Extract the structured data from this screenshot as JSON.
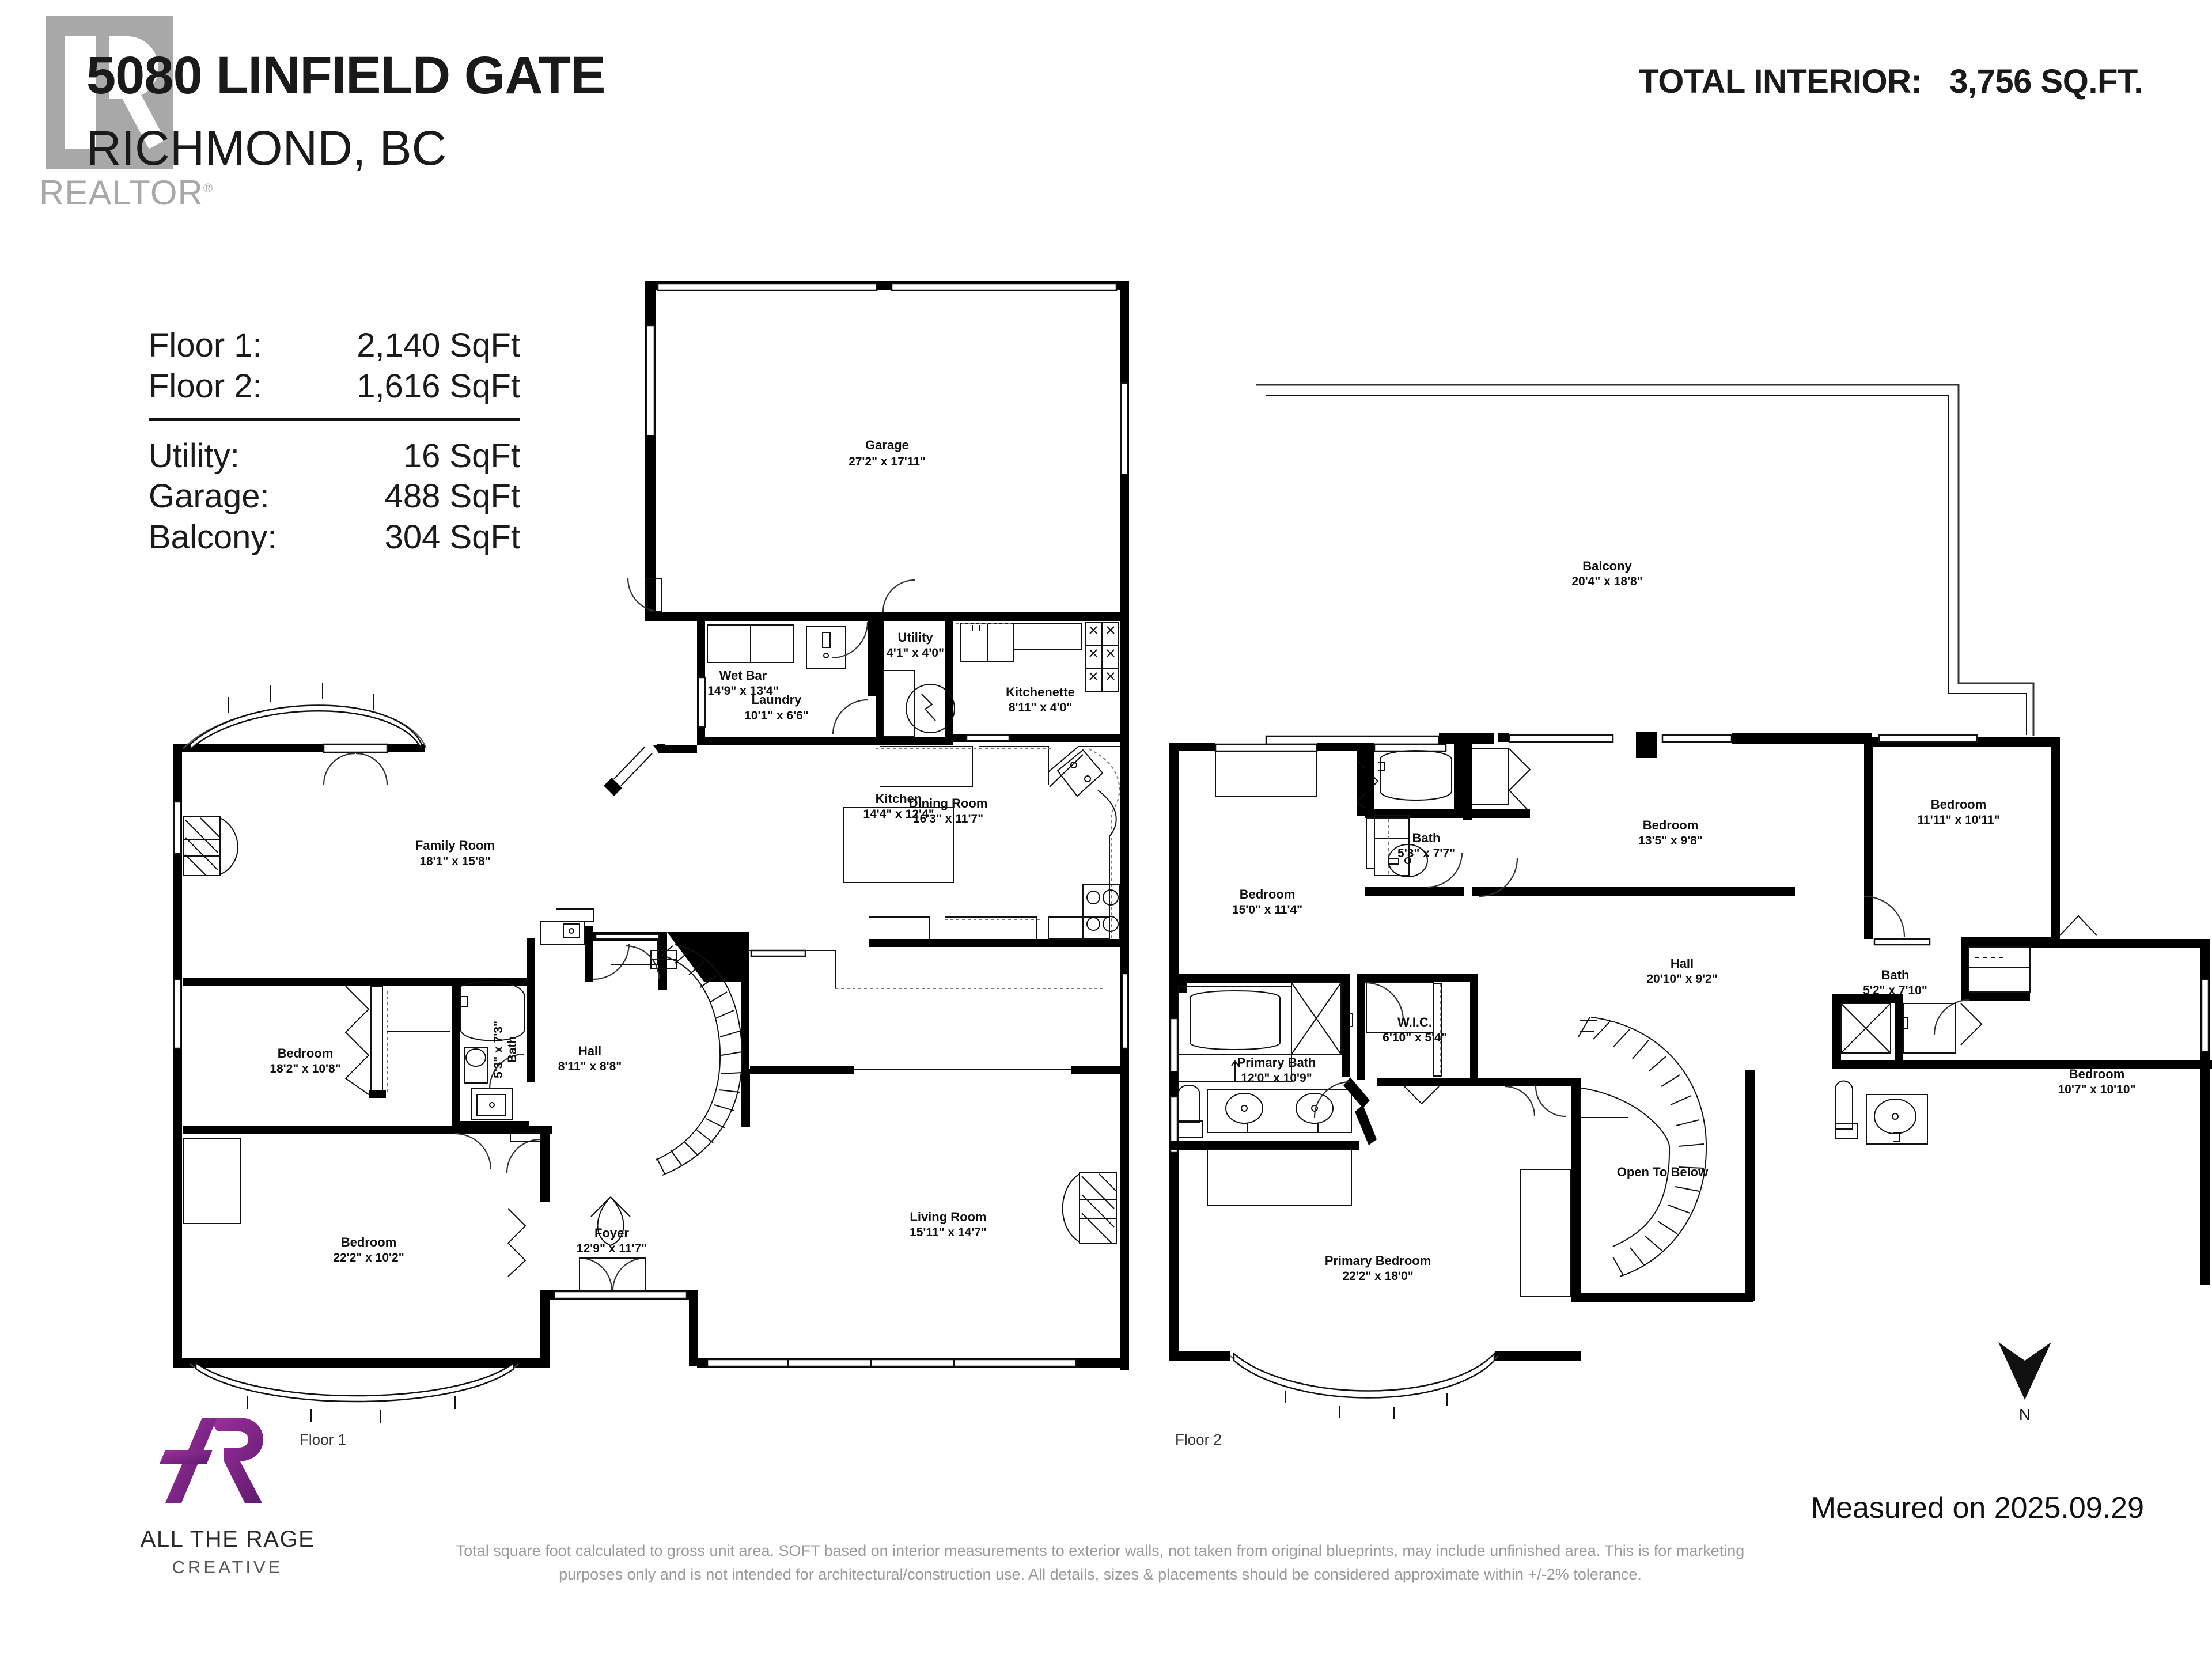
{
  "header": {
    "address_line1": "5080 LINFIELD GATE",
    "address_line2": "RICHMOND, BC",
    "realtor_word": "REALTOR",
    "realtor_reg": "®",
    "total_interior_label": "TOTAL INTERIOR:",
    "total_interior_value": "3,756 SQ.FT."
  },
  "stats": {
    "rows": [
      {
        "label": "Floor 1:",
        "value": "2,140 SqFt"
      },
      {
        "label": "Floor 2:",
        "value": "1,616 SqFt"
      }
    ],
    "rows2": [
      {
        "label": "Utility:",
        "value": "16 SqFt"
      },
      {
        "label": "Garage:",
        "value": "488 SqFt"
      },
      {
        "label": "Balcony:",
        "value": "304 SqFt"
      }
    ]
  },
  "floor1": {
    "caption": "Floor 1",
    "rooms": [
      {
        "name": "Garage",
        "dim": "27'2\" x 17'11\""
      },
      {
        "name": "Laundry",
        "dim": "10'1\" x 6'6\""
      },
      {
        "name": "Utility",
        "dim": "4'1\" x 4'0\""
      },
      {
        "name": "Kitchenette",
        "dim": "8'11\" x 4'0\""
      },
      {
        "name": "Kitchen",
        "dim": "14'4\" x 12'4\""
      },
      {
        "name": "Wet Bar",
        "dim": "14'9\" x 13'4\""
      },
      {
        "name": "Family Room",
        "dim": "18'1\" x 15'8\""
      },
      {
        "name": "Bedroom",
        "dim": "18'2\" x 10'8\""
      },
      {
        "name": "Bath",
        "dim": "5'3\" x 7'3\""
      },
      {
        "name": "Hall",
        "dim": "8'11\" x 8'8\""
      },
      {
        "name": "Bedroom",
        "dim": "22'2\" x 10'2\""
      },
      {
        "name": "Foyer",
        "dim": "12'9\" x 11'7\""
      },
      {
        "name": "Dining Room",
        "dim": "16'3\" x 11'7\""
      },
      {
        "name": "Living Room",
        "dim": "15'11\" x 14'7\""
      }
    ]
  },
  "floor2": {
    "caption": "Floor 2",
    "rooms": [
      {
        "name": "Balcony",
        "dim": "20'4\" x 18'8\""
      },
      {
        "name": "Bedroom",
        "dim": "15'0\" x 11'4\""
      },
      {
        "name": "Bath",
        "dim": "5'3\" x 7'7\""
      },
      {
        "name": "Bedroom",
        "dim": "13'5\" x 9'8\""
      },
      {
        "name": "Bedroom",
        "dim": "11'11\" x 10'11\""
      },
      {
        "name": "Hall",
        "dim": "20'10\" x 9'2\""
      },
      {
        "name": "Bedroom",
        "dim": "10'7\" x 10'10\""
      },
      {
        "name": "Bath",
        "dim": "5'2\" x 7'10\""
      },
      {
        "name": "W.I.C.",
        "dim": "6'10\" x 5'4\""
      },
      {
        "name": "Primary Bath",
        "dim": "12'0\" x 10'9\""
      },
      {
        "name": "Primary Bedroom",
        "dim": "22'2\" x 18'0\""
      },
      {
        "name": "Open To Below",
        "dim": ""
      }
    ]
  },
  "compass": {
    "north_label": "N"
  },
  "footer": {
    "brand_name": "ALL THE RAGE",
    "brand_sub": "CREATIVE",
    "measured_on": "Measured on 2025.09.29",
    "disclaimer_line1": "Total square foot calculated to gross unit area. SOFT based on interior measurements to exterior walls, not taken from original blueprints, may include unfinished area. This is for marketing",
    "disclaimer_line2": "purposes only and is not intended for architectural/construction use.  All details, sizes & placements should be considered approximate within +/-2% tolerance."
  },
  "colors": {
    "wall": "#000000",
    "realtor_gray": "#a8a8a8",
    "brand_purple": "#8e2a9a",
    "disclaimer_gray": "#9a9a9a"
  }
}
